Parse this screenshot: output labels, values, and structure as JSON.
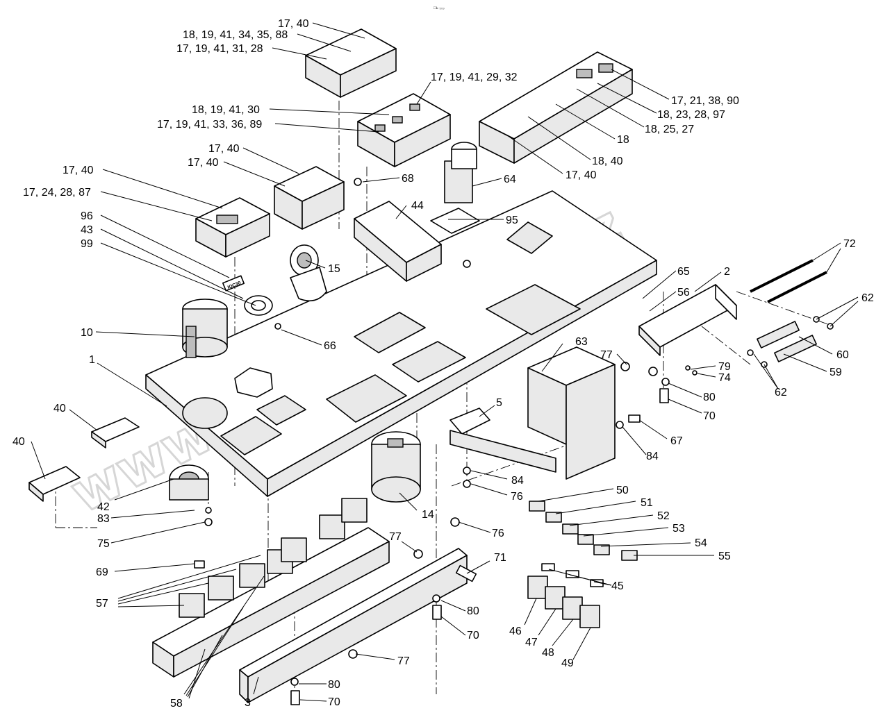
{
  "watermark": "www.sinhron-too.kz",
  "header_mark": "□ь ₅₀₉",
  "plate_text": "ЮС30",
  "callouts": {
    "c17_40_top": "17, 40",
    "c18_19_41_34_35_88": "18, 19, 41, 34, 35, 88",
    "c17_19_41_31_28": "17, 19, 41, 31, 28",
    "c17_19_41_29_32": "17, 19, 41, 29, 32",
    "c18_19_41_30": "18, 19, 41, 30",
    "c17_19_41_33_36_89": "17, 19, 41, 33, 36, 89",
    "c17_21_38_90": "17, 21, 38, 90",
    "c18_23_28_97": "18, 23, 28, 97",
    "c18_25_27": "18, 25, 27",
    "c18a": "18",
    "c18_40": "18, 40",
    "c17_40_right": "17, 40",
    "c17_40_mid1": "17, 40",
    "c17_40_mid2": "17, 40",
    "c17_40_left": "17, 40",
    "c17_24_28_87": "17, 24, 28, 87",
    "c96": "96",
    "c43": "43",
    "c99": "99",
    "c68": "68",
    "c64": "64",
    "c44": "44",
    "c95": "95",
    "c72": "72",
    "c65": "65",
    "c2": "2",
    "c56": "56",
    "c62a": "62",
    "c15": "15",
    "c10": "10",
    "c66": "66",
    "c63": "63",
    "c77a": "77",
    "c79": "79",
    "c74": "74",
    "c60": "60",
    "c59": "59",
    "c62b": "62",
    "c1": "1",
    "c80a": "80",
    "c70a": "70",
    "c5": "5",
    "c67": "67",
    "c84a": "84",
    "c40a": "40",
    "c40b": "40",
    "c84b": "84",
    "c76a": "76",
    "c42": "42",
    "c50": "50",
    "c51": "51",
    "c52": "52",
    "c83": "83",
    "c14": "14",
    "c53": "53",
    "c75": "75",
    "c76b": "76",
    "c54": "54",
    "c77b": "77",
    "c71": "71",
    "c55": "55",
    "c69": "69",
    "c45": "45",
    "c57": "57",
    "c80b": "80",
    "c46": "46",
    "c70b": "70",
    "c47": "47",
    "c48": "48",
    "c49": "49",
    "c77c": "77",
    "c80c": "80",
    "c58": "58",
    "c3": "3",
    "c70c": "70"
  }
}
